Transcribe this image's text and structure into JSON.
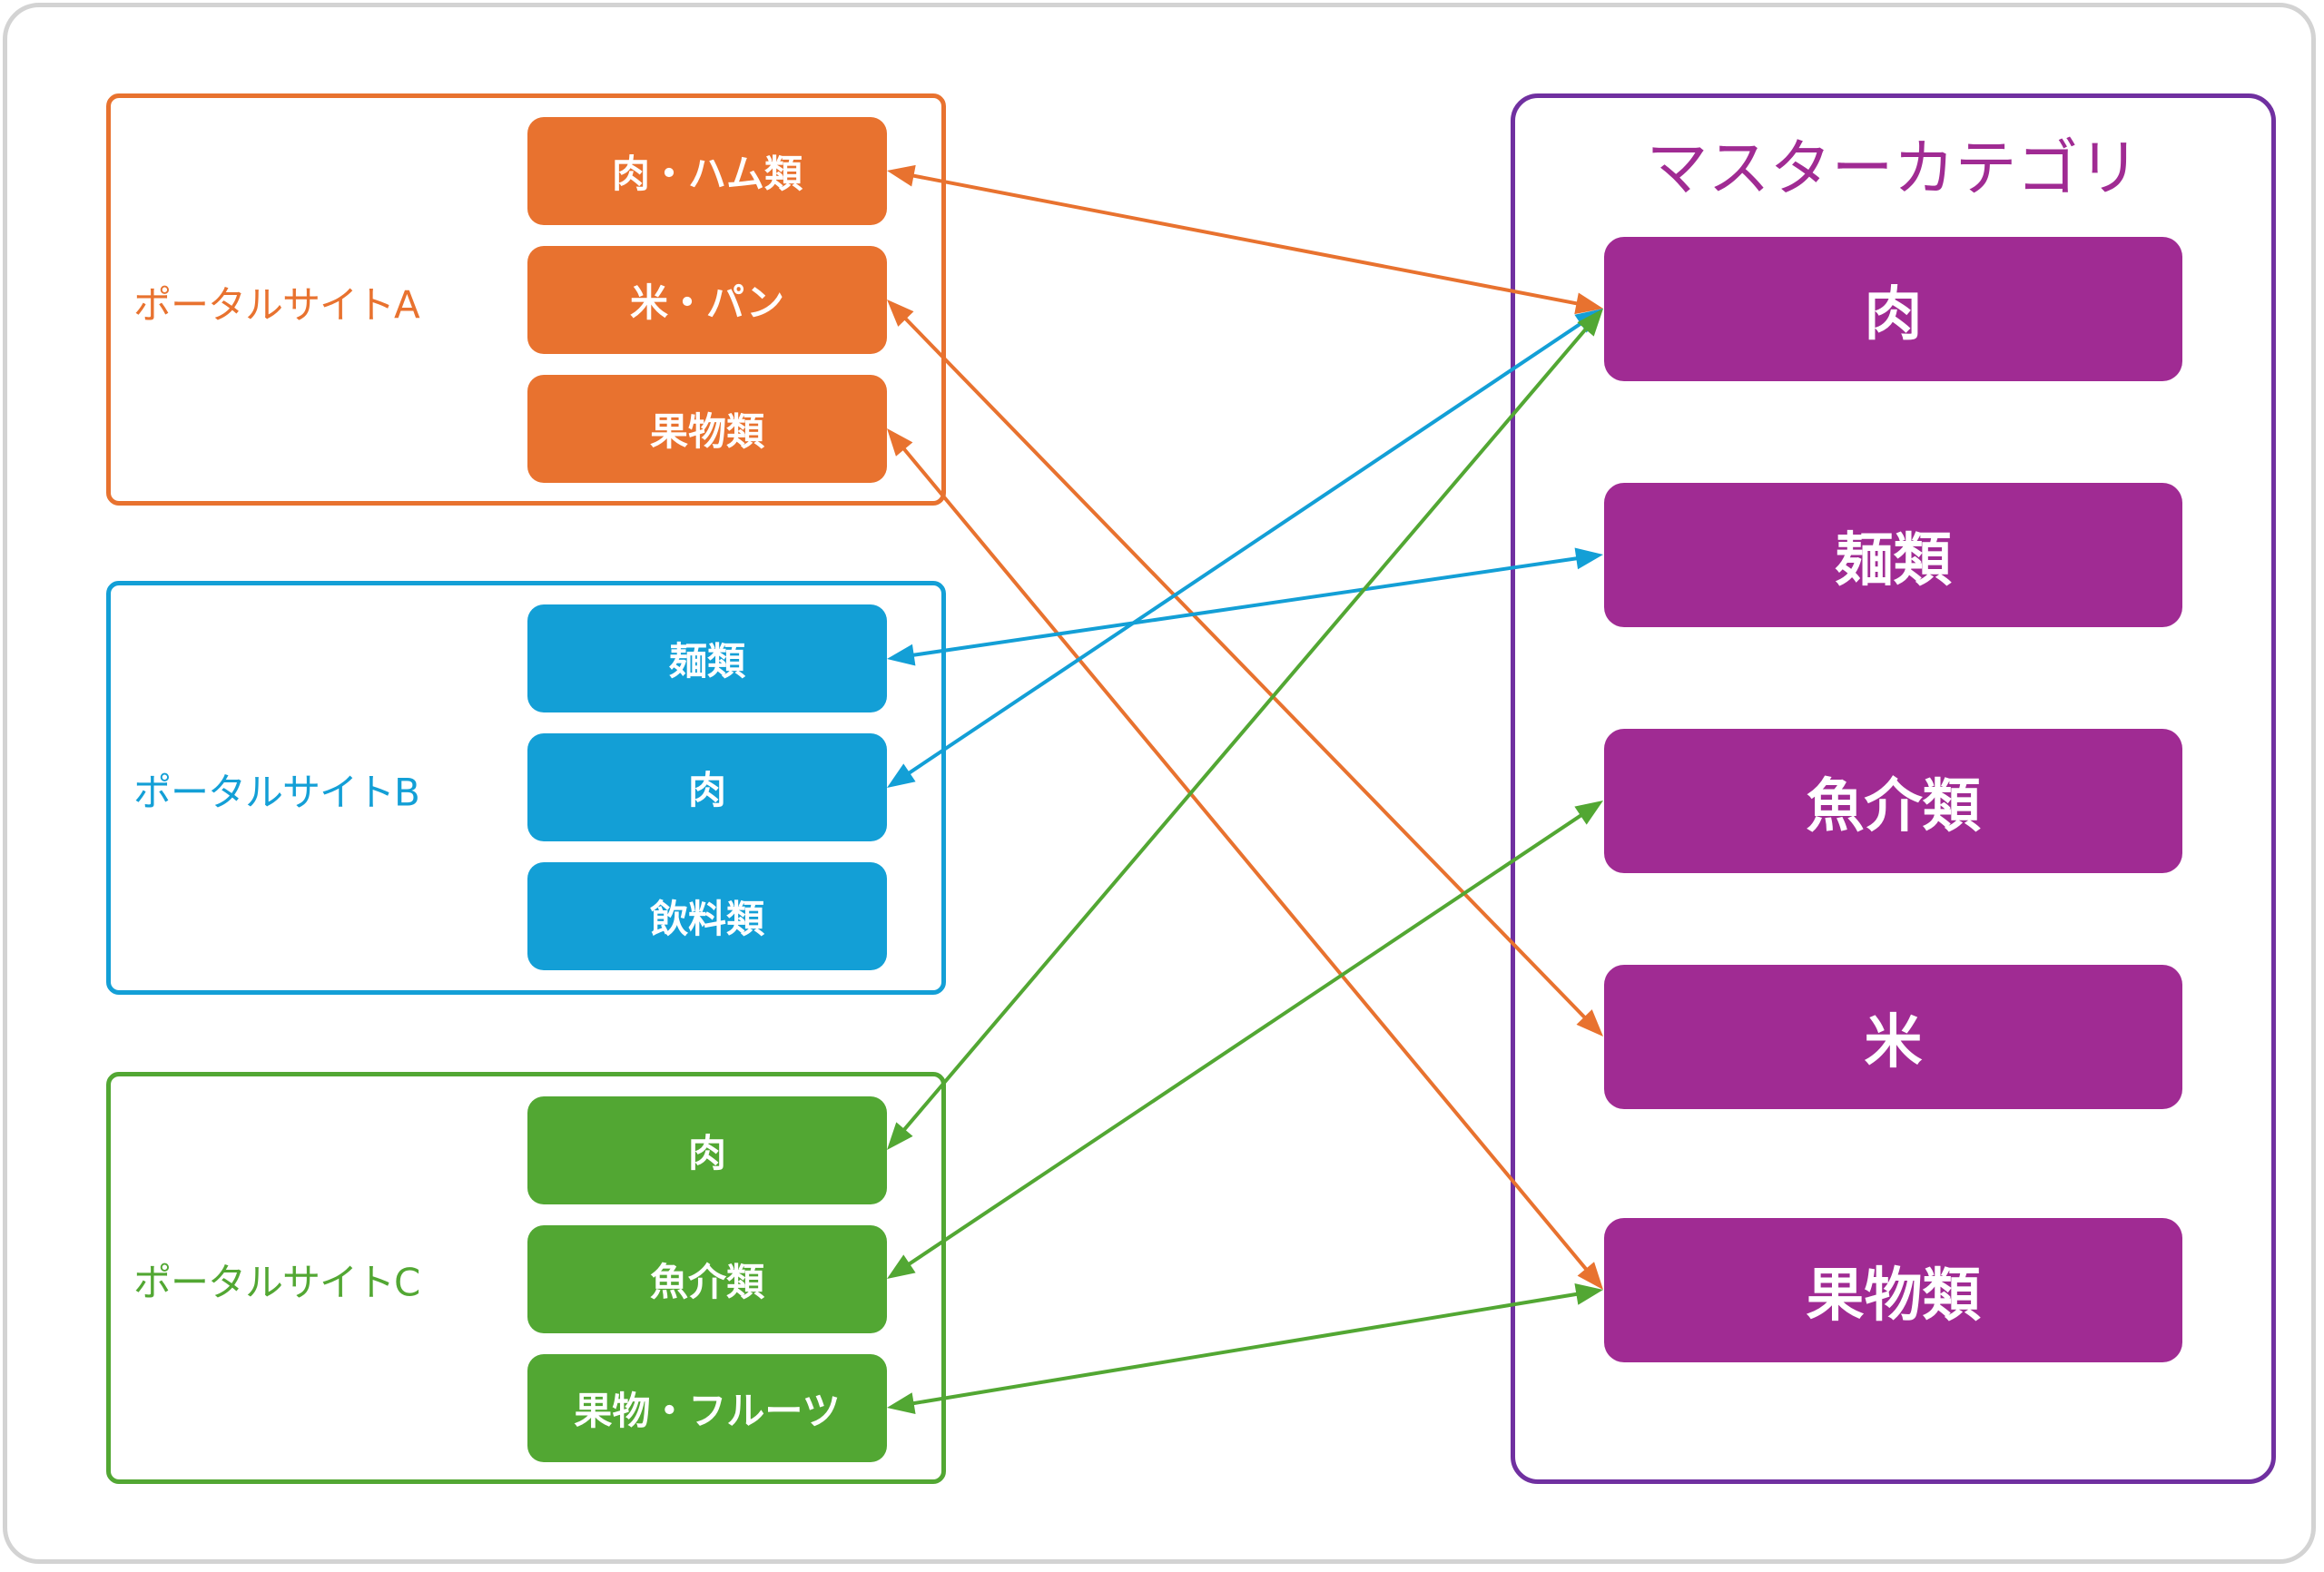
{
  "colors": {
    "portal_a": "#e8722f",
    "portal_b": "#139fd6",
    "portal_c": "#52a733",
    "master_item": "#a02b93",
    "master_border": "#7030a0",
    "master_title": "#a02b93"
  },
  "portals": [
    {
      "id": "a",
      "label": "ポータルサイトA",
      "color": "#e8722f",
      "items": [
        "肉・ハム類",
        "米・パン",
        "果物類"
      ]
    },
    {
      "id": "b",
      "label": "ポータルサイトB",
      "color": "#139fd6",
      "items": [
        "麺類",
        "肉",
        "飲料類"
      ]
    },
    {
      "id": "c",
      "label": "ポータルサイトC",
      "color": "#52a733",
      "items": [
        "肉",
        "魚介類",
        "果物・フルーツ"
      ]
    }
  ],
  "master": {
    "title": "マスターカテゴリ",
    "items": [
      "肉",
      "麺類",
      "魚介類",
      "米",
      "果物類"
    ]
  },
  "mappings": [
    {
      "portal": 0,
      "item": 0,
      "master": 0,
      "color": "#e8722f"
    },
    {
      "portal": 0,
      "item": 1,
      "master": 3,
      "color": "#e8722f"
    },
    {
      "portal": 0,
      "item": 2,
      "master": 4,
      "color": "#e8722f"
    },
    {
      "portal": 1,
      "item": 0,
      "master": 1,
      "color": "#139fd6"
    },
    {
      "portal": 1,
      "item": 1,
      "master": 0,
      "color": "#139fd6"
    },
    {
      "portal": 2,
      "item": 0,
      "master": 0,
      "color": "#52a733"
    },
    {
      "portal": 2,
      "item": 1,
      "master": 2,
      "color": "#52a733"
    },
    {
      "portal": 2,
      "item": 2,
      "master": 4,
      "color": "#52a733"
    }
  ]
}
